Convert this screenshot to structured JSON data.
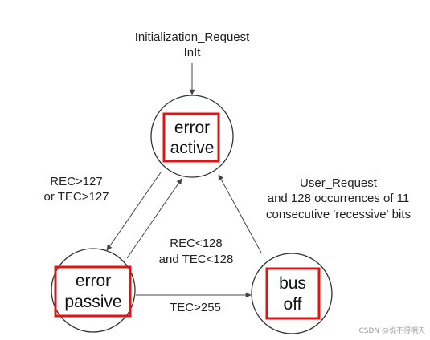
{
  "init": {
    "line1": "Initialization_Request",
    "line2": "InIt"
  },
  "states": {
    "active": {
      "line1": "error",
      "line2": "active"
    },
    "passive": {
      "line1": "error",
      "line2": "passive"
    },
    "busoff": {
      "line1": "bus",
      "line2": "off"
    }
  },
  "transitions": {
    "to_passive": {
      "line1": "REC>127",
      "line2": "or TEC>127"
    },
    "to_active": {
      "line1": "REC<128",
      "line2": "and TEC<128"
    },
    "to_busoff": {
      "label": "TEC>255"
    },
    "recover": {
      "line1": "User_Request",
      "line2": "and 128 occurrences of 11",
      "line3": "consecutive 'recessive' bits"
    }
  },
  "watermark": "CSDN @说不得明天",
  "colors": {
    "highlight": "#e11414",
    "stroke": "#333333",
    "text": "#222222"
  }
}
